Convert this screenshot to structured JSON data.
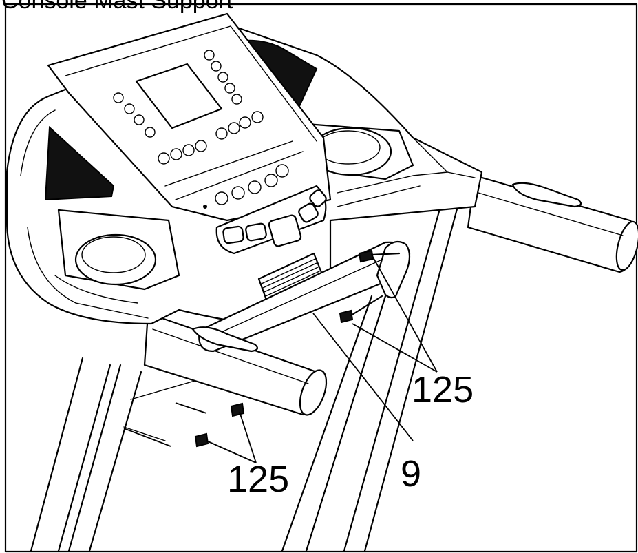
{
  "title": "Console Mast Support",
  "callouts": {
    "bolts_upper": "125",
    "bolts_lower": "125",
    "mast_support": "9"
  },
  "colors": {
    "line": "#000000",
    "background": "#ffffff",
    "speaker": "#111111"
  }
}
